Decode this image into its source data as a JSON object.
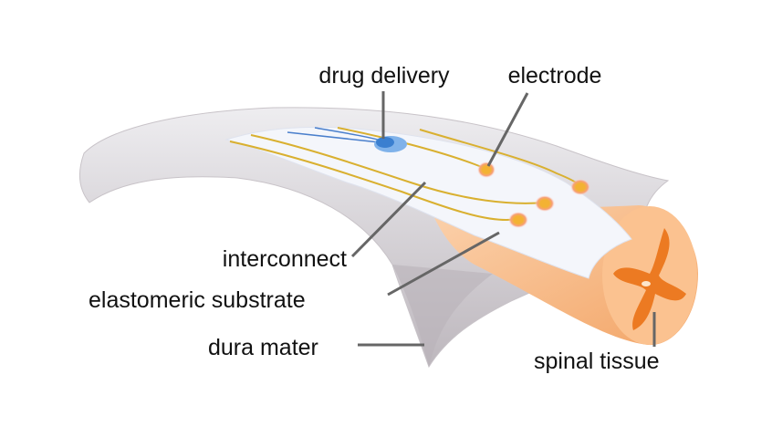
{
  "labels": {
    "drug_delivery": "drug delivery",
    "electrode": "electrode",
    "interconnect": "interconnect",
    "elastomeric_substrate": "elastomeric substrate",
    "dura_mater": "dura mater",
    "spinal_tissue": "spinal tissue"
  },
  "colors": {
    "dura": "#d9d6da",
    "spinal": "#f7b57f",
    "grey_matter": "#ec7a22",
    "substrate": "#f4f6fb",
    "interconnect": "#d9b030",
    "drug": "#3a7fd0",
    "electrode": "#f3b233"
  }
}
